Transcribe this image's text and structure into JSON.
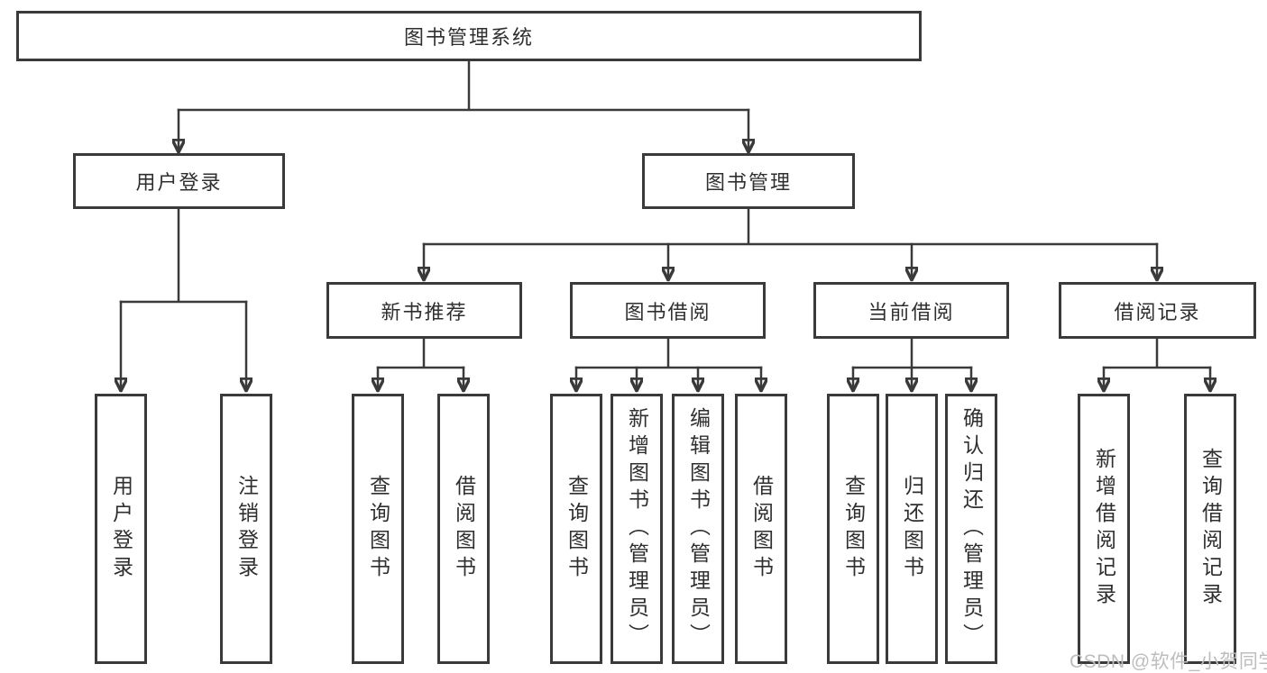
{
  "tree": {
    "root": "图书管理系统",
    "login": {
      "label": "用户登录",
      "children": [
        "用户登录",
        "注销登录"
      ]
    },
    "manage": {
      "label": "图书管理",
      "groups": [
        {
          "label": "新书推荐",
          "children": [
            "查询图书",
            "借阅图书"
          ]
        },
        {
          "label": "图书借阅",
          "children": [
            "查询图书",
            "新增图书（管理员）",
            "编辑图书（管理员）",
            "借阅图书"
          ]
        },
        {
          "label": "当前借阅",
          "children": [
            "查询图书",
            "归还图书",
            "确认归还（管理员）"
          ]
        },
        {
          "label": "借阅记录",
          "children": [
            "新增借阅记录",
            "查询借阅记录"
          ]
        }
      ]
    }
  },
  "watermark": "CSDN @软件_小贺同学",
  "colors": {
    "line": "#3a3a3a",
    "text": "#2f2f2f",
    "box_background": "#ffffff",
    "watermark": "#bdbdbd"
  }
}
